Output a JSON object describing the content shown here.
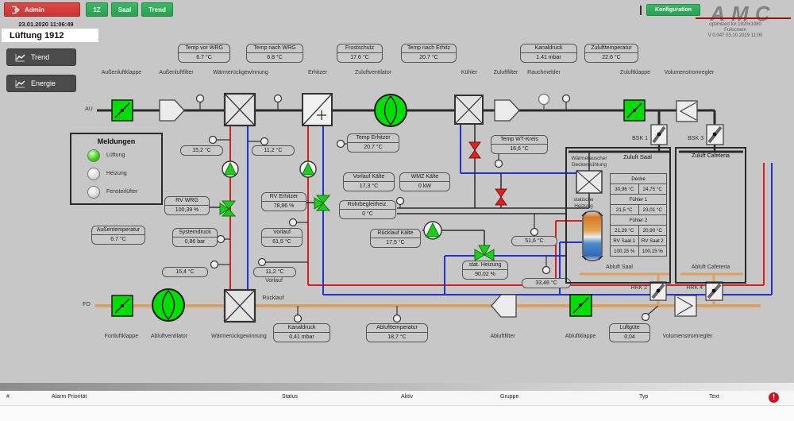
{
  "topbar": {
    "admin": "Admin",
    "nav": [
      "1Z",
      "Saal",
      "Trend"
    ],
    "konfiguration": "Konfiguration",
    "datetime": "23.01.2020 11:06:49",
    "title": "Lüftung 1912",
    "trend": "Trend",
    "energie": "Energie"
  },
  "logo": {
    "text": "AMC",
    "line1": "optimized for 1920x1080",
    "line2": "Fullscreen",
    "line3": "V 0.047 03.10.2019 11:00"
  },
  "meldungen": {
    "title": "Meldungen",
    "items": [
      {
        "label": "Lüftung",
        "state": "on"
      },
      {
        "label": "Heizung",
        "state": "off"
      },
      {
        "label": "Fensterlüfter",
        "state": "off"
      }
    ]
  },
  "top_sensors": [
    {
      "label": "Temp vor WRG",
      "value": "6.7 °C"
    },
    {
      "label": "Temp nach WRG",
      "value": "6.8 °C"
    },
    {
      "label": "Frostschutz",
      "value": "17.6 °C"
    },
    {
      "label": "Temp nach Erhitz",
      "value": "20.7 °C"
    },
    {
      "label": "Kanaldruck",
      "value": "1.41 mbar"
    },
    {
      "label": "Zulufttemperatur",
      "value": "22.6 °C"
    }
  ],
  "top_labels": [
    "Außenluftklappe",
    "Außenluftfilter",
    "Wärmerückgewinnung",
    "Erhitzer",
    "Zuluftventilator",
    "Kühler",
    "Zuluftfilter",
    "Rauchmelder",
    "Zuluftklappe",
    "Volumenstromregler"
  ],
  "bottom_labels": [
    "Fortluftklappe",
    "Abluftventilator",
    "Wärmerückgewinnung",
    "Abluftfilter",
    "Abluftklappe",
    "Volumenstromregler"
  ],
  "boxes": {
    "temp_erhitzer": {
      "label": "Temp Erhitzer",
      "value": "20.7 °C"
    },
    "temp_wt_kreis": {
      "label": "Temp WT-Kreis",
      "value": "16,6 °C"
    },
    "rv_wrg": {
      "label": "RV WRG",
      "value": "100,39 %"
    },
    "rv_erhitzer": {
      "label": "RV Erhitzer",
      "value": "78,86 %"
    },
    "vorlauf_kaelte": {
      "label": "Vorlauf Kälte",
      "value": "17,3 °C"
    },
    "wmz_kaelte": {
      "label": "WMZ Kälte",
      "value": "0 kW"
    },
    "rohrbegleitheiz": {
      "label": "Rohrbegleitheiz.",
      "value": "0 °C"
    },
    "systemdruck": {
      "label": "Systemdruck",
      "value": "0,86 bar"
    },
    "vorlauf": {
      "label": "Vorlauf",
      "value": "61,5 °C"
    },
    "aussentemperatur": {
      "label": "Außentemperatur",
      "value": "6.7 °C"
    },
    "ruecklauf_kaelte": {
      "label": "Rücklauf Kälte",
      "value": "17,5 °C"
    },
    "stat_heizung": {
      "label": "stat. Heizung",
      "value": "90,02 %"
    },
    "kanaldruck_abluft": {
      "label": "Kanaldruck",
      "value": "0,41 mbar"
    },
    "ablufttemperatur": {
      "label": "Ablufttemperatur",
      "value": "18,7 °C"
    },
    "luftguete": {
      "label": "Luftgüte",
      "value": "0,04"
    }
  },
  "values": {
    "v1": "15,2 °C",
    "v2": "11,2 °C",
    "v3": "15,4 °C",
    "v4": "11,2 °C",
    "v5": "51,6 °C",
    "v6": "33,46 °C"
  },
  "pipe_labels": {
    "au": "AU",
    "fo": "FO",
    "vorlauf": "Vorlauf",
    "ruecklauf": "Rücklauf"
  },
  "fire_dampers": {
    "bsk1": "BSK 1",
    "bsk3": "BSK 3",
    "hrk2": "HRK 2",
    "hrk4": "HRK 4"
  },
  "saal": {
    "title": "Zuluft Saal",
    "wt_label_1": "Wärmetauscher",
    "wt_label_2": "Deckenkühlung",
    "heiz_label_1": "statische",
    "heiz_label_2": "Heizung",
    "abluft": "Abluft Saal",
    "table": {
      "decke": "Decke",
      "decke_v1": "30,96 °C",
      "decke_v2": "24,75 °C",
      "f1": "Fühler 1",
      "f1_v1": "21,5 °C",
      "f1_v2": "23,01 °C",
      "f2": "Fühler 2",
      "f2_v1": "21,29 °C",
      "f2_v2": "20,90 °C",
      "rv1": "RV Saal 1",
      "rv2": "RV Saal 2",
      "rv1_v": "100,15 %",
      "rv2_v": "100,15 %"
    }
  },
  "cafeteria": {
    "title": "Zuluft Cafeteria",
    "abluft": "Abluft Cafeteria"
  },
  "alarms": {
    "headers": [
      "#",
      "Alarm Priorität",
      "Status",
      "Aktiv",
      "Gruppe",
      "Typ",
      "Text"
    ],
    "badge": "!"
  }
}
